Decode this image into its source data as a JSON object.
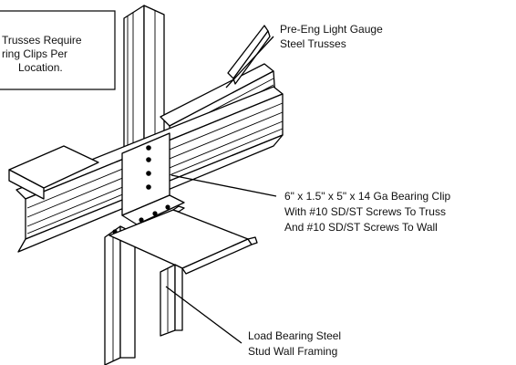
{
  "callouts": {
    "boxed_note": [
      "Trusses Require",
      "ring Clips Per",
      "Location."
    ],
    "truss": [
      "Pre-Eng Light Gauge",
      "Steel Trusses"
    ],
    "clip": [
      "6\" x 1.5\" x 5\" x 14 Ga Bearing Clip",
      "With #10 SD/ST Screws To Truss",
      "And #10 SD/ST Screws To Wall"
    ],
    "wall": [
      "Load Bearing Steel",
      "Stud Wall Framing"
    ]
  }
}
